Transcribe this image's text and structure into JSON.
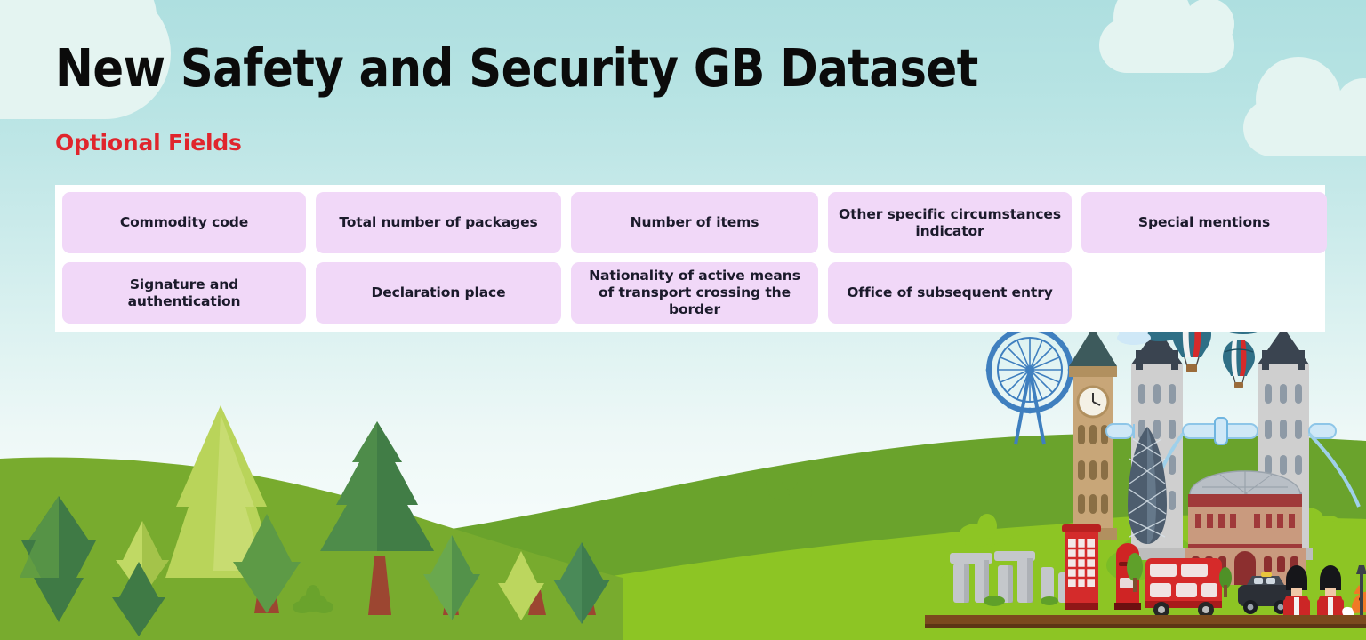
{
  "header": {
    "title": "New Safety and Security GB Dataset",
    "subtitle": "Optional Fields"
  },
  "table": {
    "rows": [
      [
        {
          "label": "Commodity code",
          "empty": false
        },
        {
          "label": "Total number of packages",
          "empty": false
        },
        {
          "label": "Number of items",
          "empty": false
        },
        {
          "label": "Other specific circumstances indicator",
          "empty": false
        },
        {
          "label": "Special mentions",
          "empty": false
        }
      ],
      [
        {
          "label": "Signature and authentication",
          "empty": false
        },
        {
          "label": "Declaration place",
          "empty": false
        },
        {
          "label": "Nationality of active means of transport crossing the border",
          "empty": false
        },
        {
          "label": "Office of subsequent entry",
          "empty": false
        },
        {
          "label": "",
          "empty": true
        }
      ]
    ]
  },
  "colors": {
    "sky_top": "#aedfe0",
    "sky_bottom": "#f6fcfb",
    "cloud": "#e4f4f1",
    "cell_bg": "#f1d8f8",
    "cell_text": "#1b1a2b",
    "title_text": "#0b0b0b",
    "subtitle_red": "#e0252c",
    "table_bg": "#ffffff",
    "hill_dark": "#6aa32c",
    "hill_light": "#8dc524",
    "hill_left": "#78ab2e",
    "ground_brown": "#7b4a1e",
    "tree_dark": "#3f7a45",
    "tree_mid": "#5d9a46",
    "tree_light": "#b9d45a",
    "trunk": "#9c4631"
  },
  "scene": {
    "left_label": "pine-forest-hillside",
    "right_label": "london-skyline",
    "landmarks": [
      "london-eye",
      "big-ben",
      "tower-bridge",
      "the-gherkin",
      "royal-albert-hall",
      "stonehenge",
      "red-telephone-box",
      "red-post-box",
      "double-decker-bus",
      "black-cab",
      "queens-guard",
      "fox",
      "hot-air-balloon",
      "street-lamp"
    ]
  }
}
